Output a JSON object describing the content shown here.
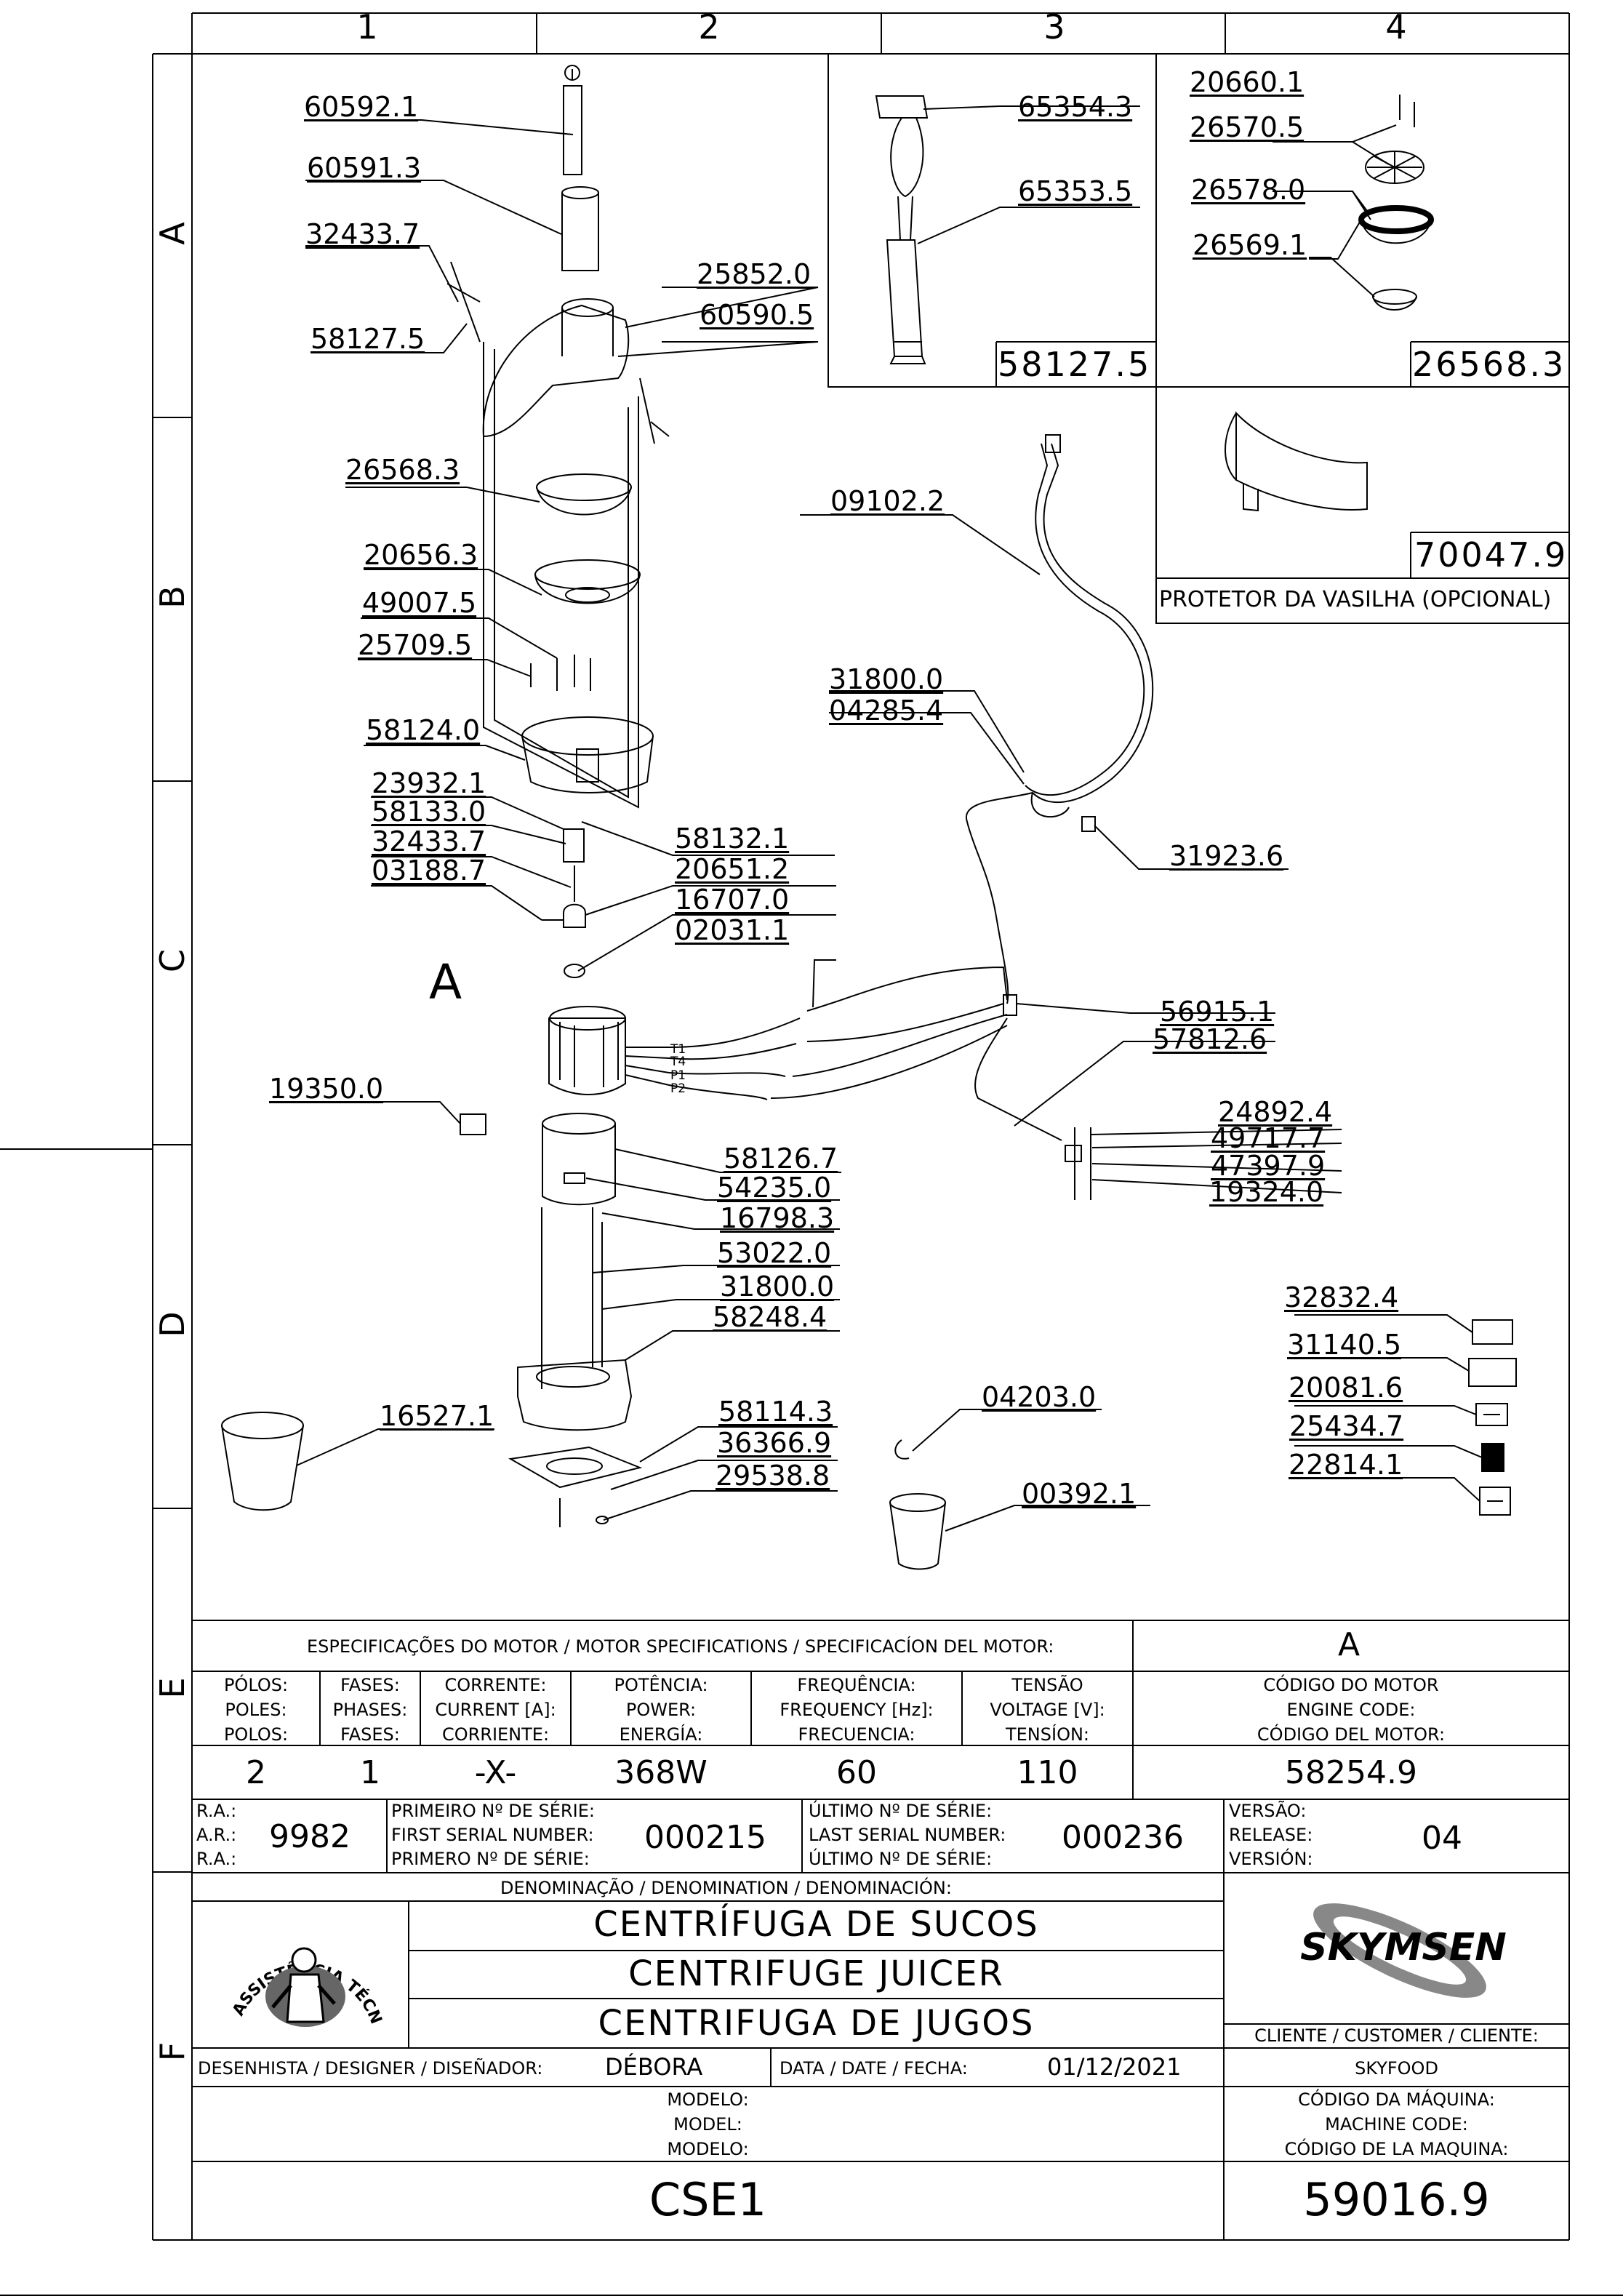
{
  "grid": {
    "columns": [
      "1",
      "2",
      "3",
      "4"
    ],
    "rows": [
      "A",
      "B",
      "C",
      "D",
      "E",
      "F"
    ]
  },
  "callouts": {
    "p60592_1": "60592.1",
    "p60591_3": "60591.3",
    "p32433_7a": "32433.7",
    "p58127_5a": "58127.5",
    "p25852_0": "25852.0",
    "p60590_5": "60590.5",
    "p26568_3a": "26568.3",
    "p20656_3": "20656.3",
    "p49007_5": "49007.5",
    "p25709_5": "25709.5",
    "p58124_0": "58124.0",
    "p23932_1": "23932.1",
    "p58133_0": "58133.0",
    "p32433_7b": "32433.7",
    "p03188_7": "03188.7",
    "p58132_1": "58132.1",
    "p20651_2": "20651.2",
    "p16707_0": "16707.0",
    "p02031_1": "02031.1",
    "p19350_0": "19350.0",
    "p58126_7": "58126.7",
    "p54235_0": "54235.0",
    "p16798_3": "16798.3",
    "p53022_0": "53022.0",
    "p31800_0b": "31800.0",
    "p58248_4": "58248.4",
    "p16527_1": "16527.1",
    "p58114_3": "58114.3",
    "p36366_9": "36366.9",
    "p29538_8": "29538.8",
    "p04203_0": "04203.0",
    "p00392_1": "00392.1",
    "p09102_2": "09102.2",
    "p31800_0a": "31800.0",
    "p04285_4": "04285.4",
    "p31923_6": "31923.6",
    "p56915_1": "56915.1",
    "p57812_6": "57812.6",
    "p24892_4": "24892.4",
    "p49717_7": "49717.7",
    "p47397_9": "47397.9",
    "p19324_0": "19324.0",
    "p32832_4": "32832.4",
    "p31140_5": "31140.5",
    "p20081_6": "20081.6",
    "p25434_7": "25434.7",
    "p22814_1": "22814.1",
    "motor_label": "A",
    "wire_labels": [
      "T1",
      "T4",
      "P1",
      "P2"
    ]
  },
  "detail_boxes": {
    "latch": {
      "p65354_3": "65354.3",
      "p65353_5": "65353.5",
      "code": "58127.5"
    },
    "filter": {
      "p20660_1": "20660.1",
      "p26570_5": "26570.5",
      "p26578_0": "26578.0",
      "p26569_1": "26569.1",
      "code": "26568.3"
    },
    "protector": {
      "code": "70047.9",
      "caption": "PROTETOR DA VASILHA (OPCIONAL)"
    }
  },
  "motor_spec": {
    "header": "ESPECIFICAÇÕES DO MOTOR / MOTOR SPECIFICATIONS / SPECIFICACÍON DEL MOTOR:",
    "motor_ref": "A",
    "columns": [
      {
        "l1": "PÓLOS:",
        "l2": "POLES:",
        "l3": "POLOS:",
        "value": "2"
      },
      {
        "l1": "FASES:",
        "l2": "PHASES:",
        "l3": "FASES:",
        "value": "1"
      },
      {
        "l1": "CORRENTE:",
        "l2": "CURRENT [A]:",
        "l3": "CORRIENTE:",
        "value": "-X-"
      },
      {
        "l1": "POTÊNCIA:",
        "l2": "POWER:",
        "l3": "ENERGÍA:",
        "value": "368W"
      },
      {
        "l1": "FREQUÊNCIA:",
        "l2": "FREQUENCY [Hz]:",
        "l3": "FRECUENCIA:",
        "value": "60"
      },
      {
        "l1": "TENSÃO",
        "l2": "VOLTAGE [V]:",
        "l3": "TENSÍON:",
        "value": "110"
      },
      {
        "l1": "CÓDIGO DO MOTOR",
        "l2": "ENGINE CODE:",
        "l3": "CÓDIGO DEL MOTOR:",
        "value": "58254.9"
      }
    ]
  },
  "serials": {
    "ra_labels": [
      "R.A.:",
      "A.R.:",
      "R.A.:"
    ],
    "ra_value": "9982",
    "first_labels": [
      "PRIMEIRO Nº DE SÉRIE:",
      "FIRST SERIAL NUMBER:",
      "PRIMERO Nº DE SÉRIE:"
    ],
    "first_value": "000215",
    "last_labels": [
      "ÚLTIMO Nº DE SÉRIE:",
      "LAST SERIAL NUMBER:",
      "ÚLTIMO Nº DE SÉRIE:"
    ],
    "last_value": "000236",
    "version_labels": [
      "VERSÃO:",
      "RELEASE:",
      "VERSIÓN:"
    ],
    "version_value": "04"
  },
  "title_block": {
    "denomination_label": "DENOMINAÇÃO / DENOMINATION / DENOMINACIÓN:",
    "names": [
      "CENTRÍFUGA DE SUCOS",
      "CENTRIFUGE JUICER",
      "CENTRIFUGA DE JUGOS"
    ],
    "seal_text_top": "ASSISTÊNCIA TÉCNICA AUTORIZADA",
    "brand": "SKYMSEN",
    "customer_label": "CLIENTE / CUSTOMER / CLIENTE:",
    "customer_value": "SKYFOOD",
    "designer_label": "DESENHISTA / DESIGNER / DISEÑADOR:",
    "designer_value": "DÉBORA",
    "date_label": "DATA / DATE / FECHA:",
    "date_value": "01/12/2021",
    "model_labels": [
      "MODELO:",
      "MODEL:",
      "MODELO:"
    ],
    "model_value": "CSE1",
    "machine_code_labels": [
      "CÓDIGO DA MÁQUINA:",
      "MACHINE CODE:",
      "CÓDIGO DE LA MAQUINA:"
    ],
    "machine_code_value": "59016.9"
  }
}
